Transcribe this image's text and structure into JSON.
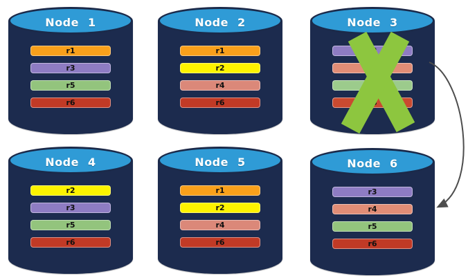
{
  "colors": {
    "cylinder_body": "#1C2B4E",
    "cylinder_top": "#2F9BD6",
    "x_mark": "#8DC63F",
    "arrow": "#4D4D4D"
  },
  "nodes": [
    {
      "label": "Node 1",
      "replicas": [
        {
          "id": "r1",
          "color": "#F9A01B"
        },
        {
          "id": "r3",
          "color": "#8E7CC3"
        },
        {
          "id": "r5",
          "color": "#93C47D"
        },
        {
          "id": "r6",
          "color": "#C13A26"
        }
      ]
    },
    {
      "label": "Node 2",
      "replicas": [
        {
          "id": "r1",
          "color": "#F9A01B"
        },
        {
          "id": "r2",
          "color": "#FDF300"
        },
        {
          "id": "r4",
          "color": "#DB8879"
        },
        {
          "id": "r6",
          "color": "#C13A26"
        }
      ]
    },
    {
      "label": "Node 3",
      "failed": true,
      "replicas": [
        {
          "id": "r3",
          "color": "#8E7CC3"
        },
        {
          "id": "r4",
          "color": "#E18D76"
        },
        {
          "id": "r5",
          "color": "#9CCB8C"
        },
        {
          "id": "r6",
          "color": "#C94A30"
        }
      ]
    },
    {
      "label": "Node 4",
      "replicas": [
        {
          "id": "r2",
          "color": "#FDF300"
        },
        {
          "id": "r3",
          "color": "#8E7CC3"
        },
        {
          "id": "r5",
          "color": "#93C47D"
        },
        {
          "id": "r6",
          "color": "#C13A26"
        }
      ]
    },
    {
      "label": "Node 5",
      "replicas": [
        {
          "id": "r1",
          "color": "#F9A01B"
        },
        {
          "id": "r2",
          "color": "#FDF300"
        },
        {
          "id": "r4",
          "color": "#DB8879"
        },
        {
          "id": "r6",
          "color": "#C13A26"
        }
      ]
    },
    {
      "label": "Node 6",
      "replicas": [
        {
          "id": "r3",
          "color": "#8E7CC3"
        },
        {
          "id": "r4",
          "color": "#E18D76"
        },
        {
          "id": "r5",
          "color": "#93C47D"
        },
        {
          "id": "r6",
          "color": "#C13A26"
        }
      ]
    }
  ]
}
